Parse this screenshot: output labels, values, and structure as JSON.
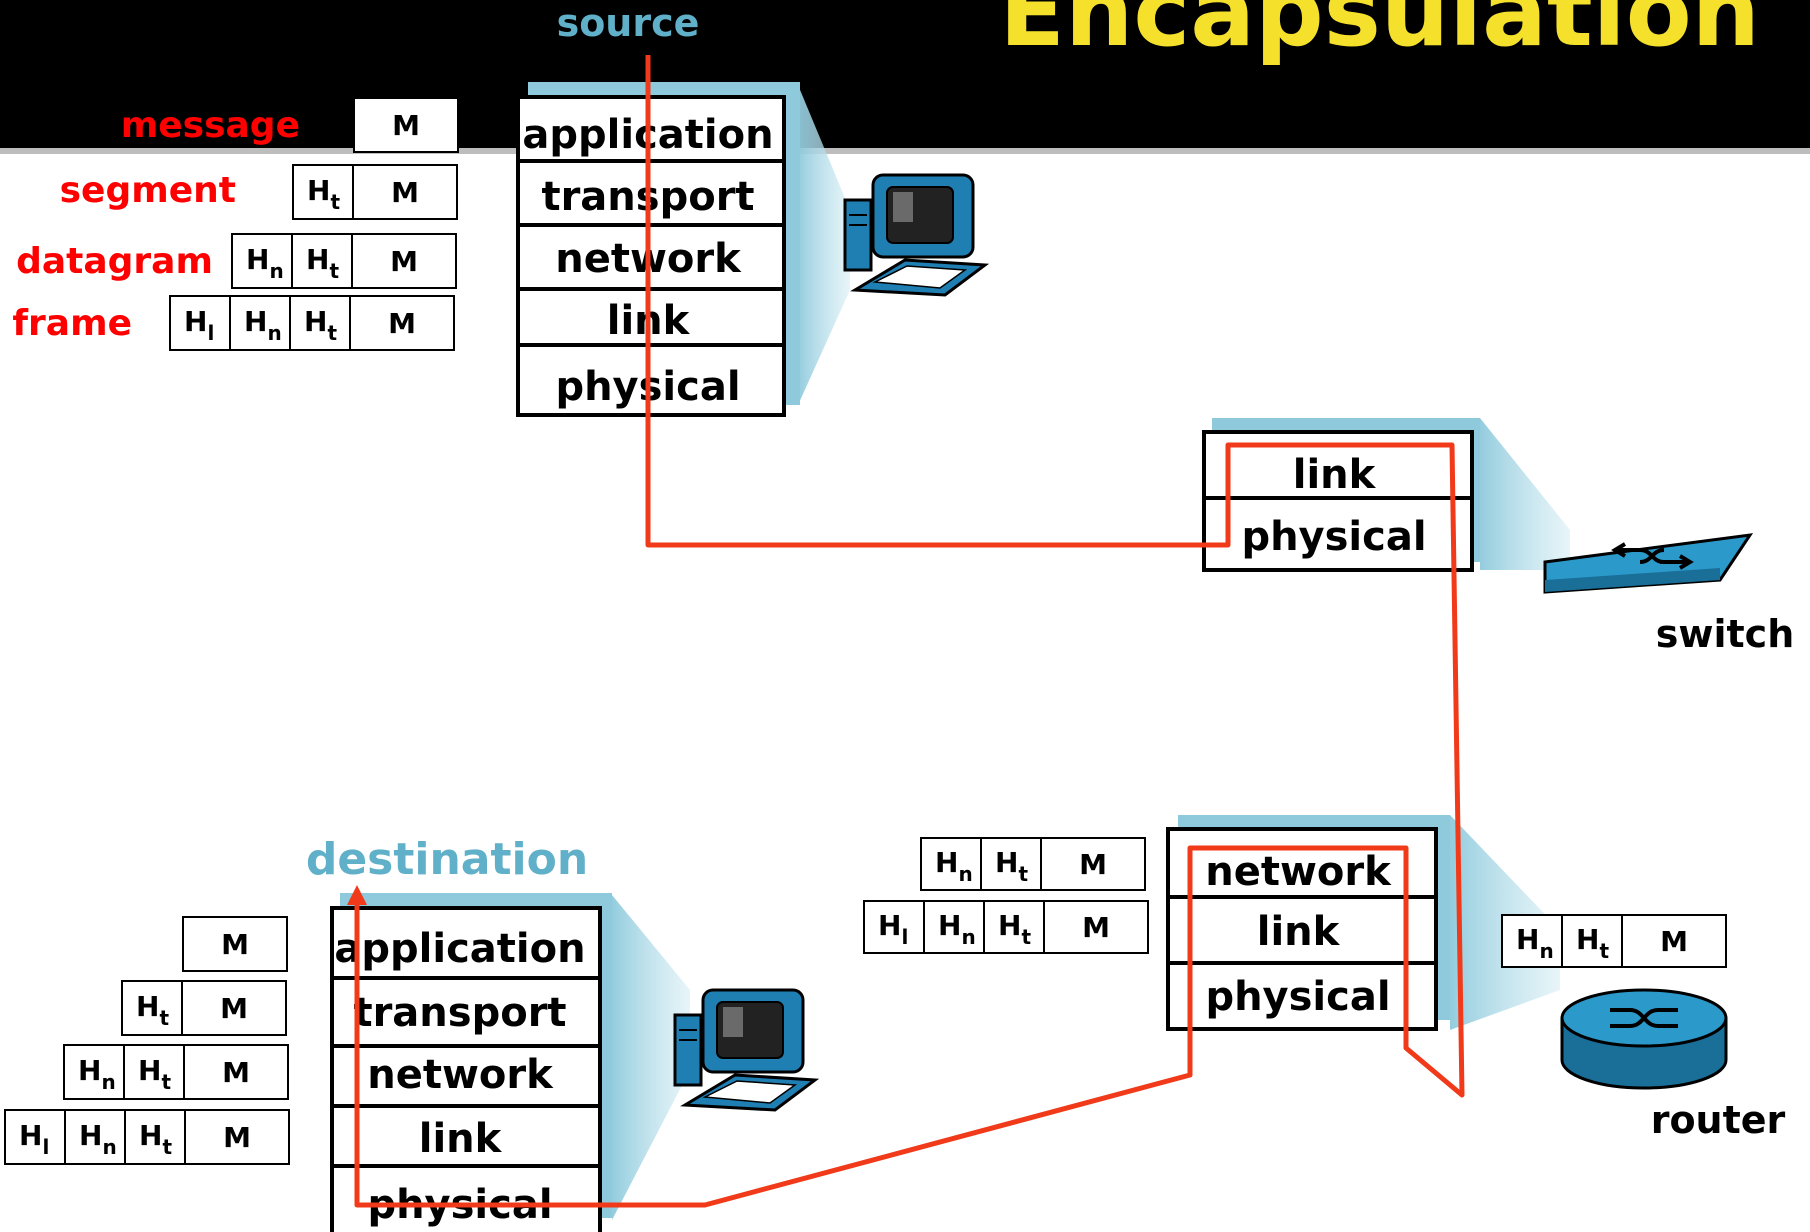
{
  "slide": {
    "title": "Encapsulation"
  },
  "labels": {
    "source": "source",
    "destination": "destination",
    "switch": "switch",
    "router": "router",
    "message": "message",
    "segment": "segment",
    "datagram": "datagram",
    "frame": "frame"
  },
  "layers": {
    "application": "application",
    "transport": "transport",
    "network": "network",
    "link": "link",
    "physical": "physical"
  },
  "packet": {
    "header_letter": "H",
    "sub_transport": "t",
    "sub_network": "n",
    "sub_link": "l",
    "message": "M"
  },
  "colors": {
    "title_bar": "#000000",
    "title_text": "#f5e02c",
    "pdu_label": "#ff0000",
    "endpoint_label": "#5fb0c8",
    "stack_shadow": "#8ecadc",
    "path": "#f03a1a"
  },
  "icons": [
    "computer-icon",
    "switch-icon",
    "router-icon"
  ]
}
